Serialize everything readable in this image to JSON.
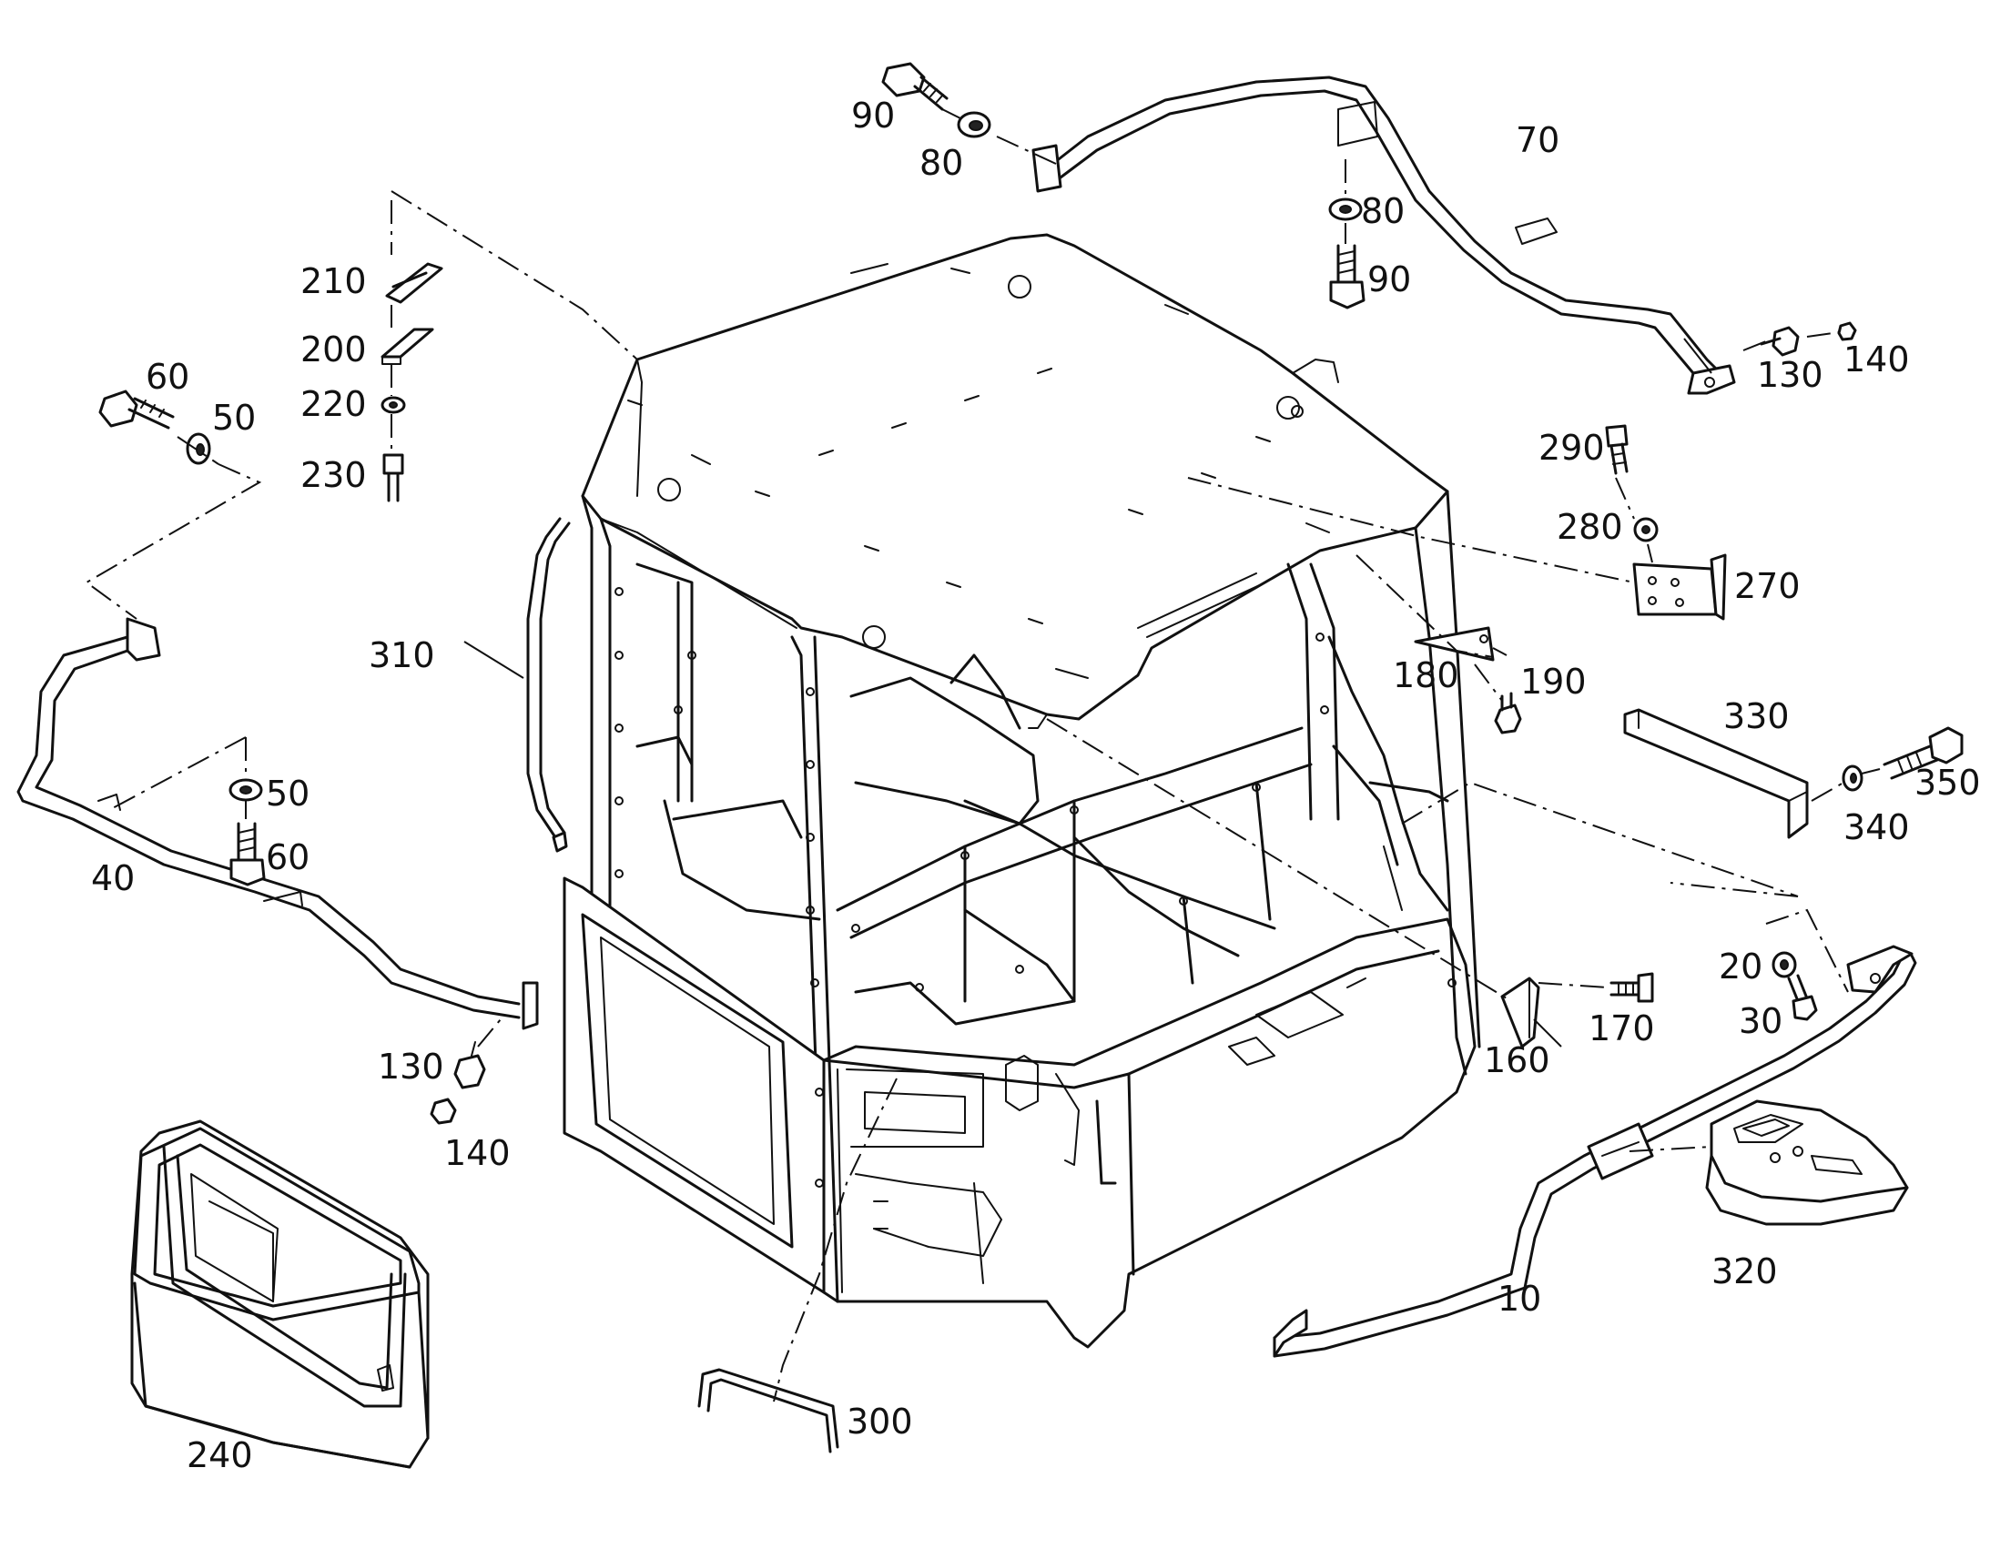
{
  "diagram": {
    "type": "exploded-parts-diagram",
    "background_color": "#ffffff",
    "line_color": "#111111",
    "part_labels": [
      {
        "id": "p90a",
        "text": "90"
      },
      {
        "id": "p80a",
        "text": "80"
      },
      {
        "id": "p70",
        "text": "70"
      },
      {
        "id": "p80b",
        "text": "80"
      },
      {
        "id": "p90b",
        "text": "90"
      },
      {
        "id": "p130a",
        "text": "130"
      },
      {
        "id": "p140a",
        "text": "140"
      },
      {
        "id": "p210",
        "text": "210"
      },
      {
        "id": "p200",
        "text": "200"
      },
      {
        "id": "p220",
        "text": "220"
      },
      {
        "id": "p230",
        "text": "230"
      },
      {
        "id": "p60a",
        "text": "60"
      },
      {
        "id": "p50a",
        "text": "50"
      },
      {
        "id": "p290",
        "text": "290"
      },
      {
        "id": "p280",
        "text": "280"
      },
      {
        "id": "p270",
        "text": "270"
      },
      {
        "id": "p310",
        "text": "310"
      },
      {
        "id": "p180",
        "text": "180"
      },
      {
        "id": "p190",
        "text": "190"
      },
      {
        "id": "p330",
        "text": "330"
      },
      {
        "id": "p350",
        "text": "350"
      },
      {
        "id": "p340",
        "text": "340"
      },
      {
        "id": "p50b",
        "text": "50"
      },
      {
        "id": "p60b",
        "text": "60"
      },
      {
        "id": "p40",
        "text": "40"
      },
      {
        "id": "p20",
        "text": "20"
      },
      {
        "id": "p30",
        "text": "30"
      },
      {
        "id": "p170",
        "text": "170"
      },
      {
        "id": "p160",
        "text": "160"
      },
      {
        "id": "p130b",
        "text": "130"
      },
      {
        "id": "p140b",
        "text": "140"
      },
      {
        "id": "p320",
        "text": "320"
      },
      {
        "id": "p10",
        "text": "10"
      },
      {
        "id": "p240",
        "text": "240"
      },
      {
        "id": "p300",
        "text": "300"
      }
    ]
  }
}
